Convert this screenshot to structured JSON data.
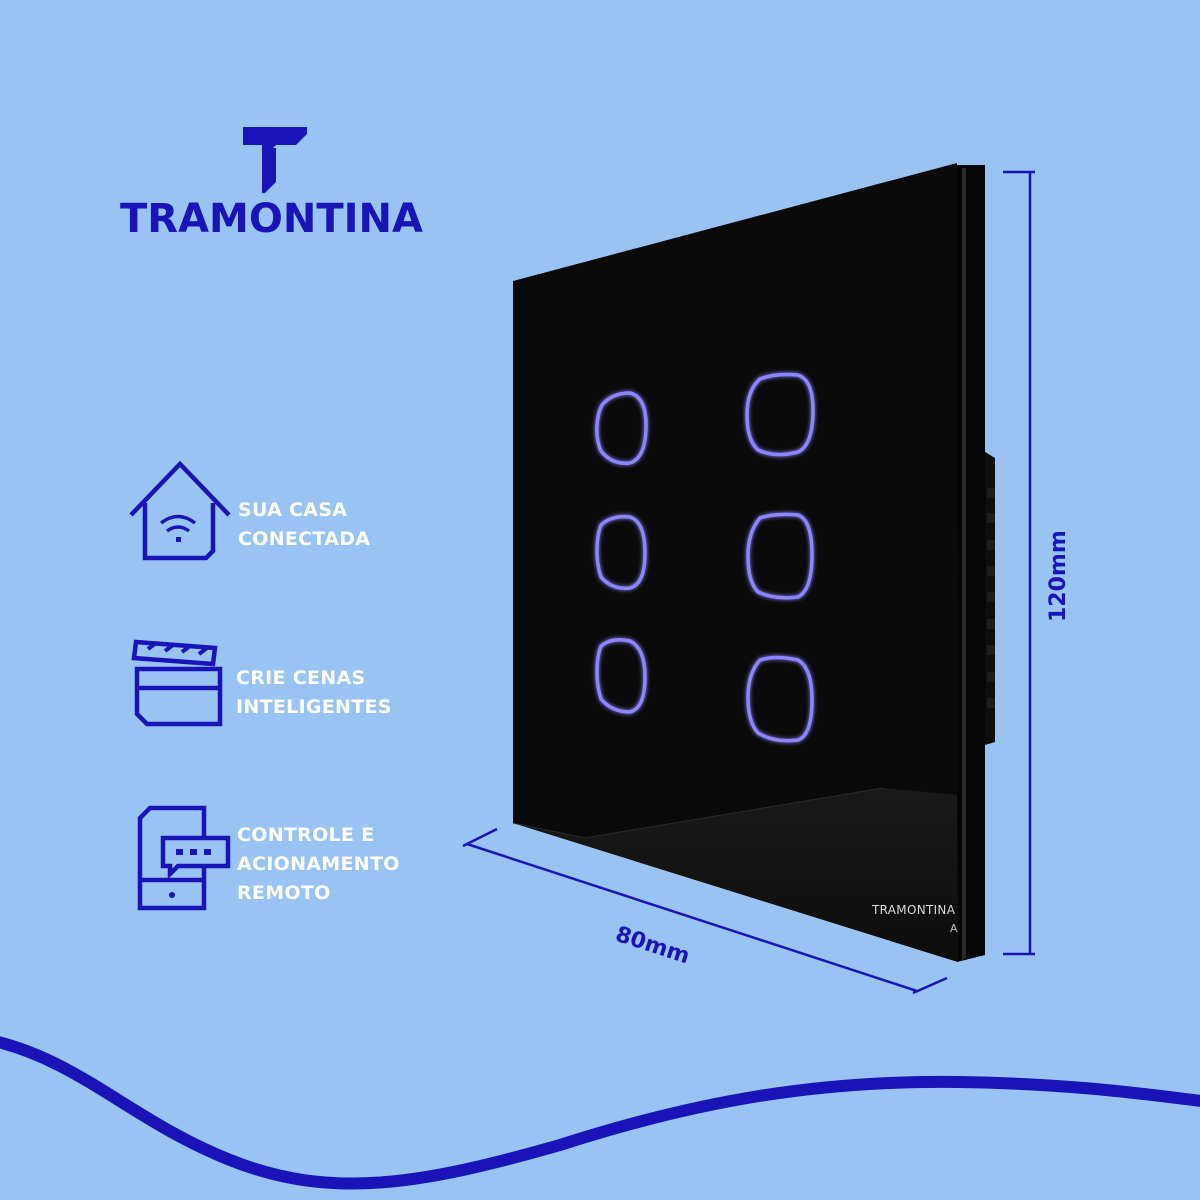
{
  "brand": {
    "name": "TRAMONTINA",
    "logo_icon": "tramontina-t-logo"
  },
  "features": [
    {
      "icon": "smart-home-wifi-icon",
      "line1": "SUA CASA",
      "line2": "CONECTADA"
    },
    {
      "icon": "clapperboard-icon",
      "line1": "CRIE CENAS",
      "line2": "INTELIGENTES"
    },
    {
      "icon": "phone-remote-icon",
      "line1": "CONTROLE E",
      "line2": "ACIONAMENTO",
      "line3": "REMOTO"
    }
  ],
  "product": {
    "plate_brand": "TRAMONTINA",
    "plate_suffix": "A",
    "button_count": 6,
    "glow_color": "#7b73ff",
    "plate_color": "#0a0a0a"
  },
  "dimensions": {
    "width_label": "80mm",
    "height_label": "120mm"
  },
  "colors": {
    "background": "#98c3f3",
    "brand_blue": "#1a14b8",
    "text_white": "#ffffff"
  }
}
